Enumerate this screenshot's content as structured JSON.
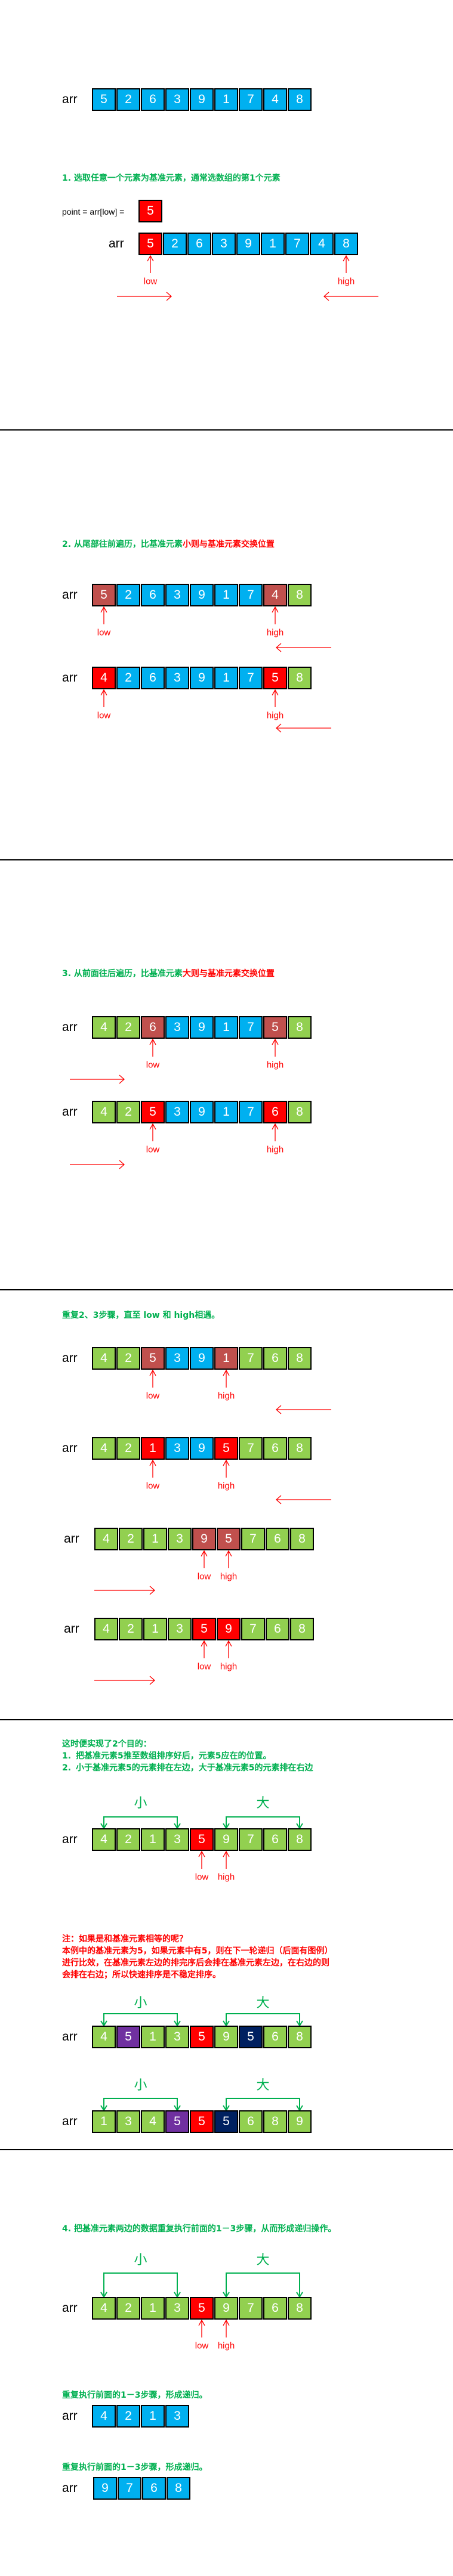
{
  "palette": {
    "blue": "#00B0F0",
    "green": "#92D050",
    "marked": "#C0504D",
    "red": "#FF0000",
    "purple": "#7030A0",
    "navy": "#002060",
    "text_green": "#00B050",
    "text_red": "#FF0000"
  },
  "arr_label": "arr",
  "intro": {
    "row": {
      "values": [
        "5",
        "2",
        "6",
        "3",
        "9",
        "1",
        "7",
        "4",
        "8"
      ],
      "colors": [
        "blue",
        "blue",
        "blue",
        "blue",
        "blue",
        "blue",
        "blue",
        "blue",
        "blue"
      ],
      "pointers": [],
      "scan": []
    }
  },
  "step1": {
    "title": [
      {
        "text": "1. 选取任意一个元素为基准元素，通常选数组的第1个元素",
        "color": "text_green"
      }
    ],
    "point_label": "point = arr[low] =",
    "point_value": "5",
    "point_color": "red",
    "row": {
      "values": [
        "5",
        "2",
        "6",
        "3",
        "9",
        "1",
        "7",
        "4",
        "8"
      ],
      "colors": [
        "red",
        "blue",
        "blue",
        "blue",
        "blue",
        "blue",
        "blue",
        "blue",
        "blue"
      ],
      "pointers": [
        {
          "label": "low",
          "index": 0
        },
        {
          "label": "high",
          "index": 8
        }
      ],
      "scan": [
        "right",
        "left"
      ]
    }
  },
  "step2": {
    "title": [
      {
        "text": "2. 从尾部往前遍历，比基准元素",
        "color": "text_green"
      },
      {
        "text": "小则与基准元素交换位置",
        "color": "text_red"
      }
    ],
    "rows": [
      {
        "values": [
          "5",
          "2",
          "6",
          "3",
          "9",
          "1",
          "7",
          "4",
          "8"
        ],
        "colors": [
          "marked",
          "blue",
          "blue",
          "blue",
          "blue",
          "blue",
          "blue",
          "marked",
          "green"
        ],
        "pointers": [
          {
            "label": "low",
            "index": 0
          },
          {
            "label": "high",
            "index": 7
          }
        ],
        "scan": [
          "left"
        ]
      },
      {
        "values": [
          "4",
          "2",
          "6",
          "3",
          "9",
          "1",
          "7",
          "5",
          "8"
        ],
        "colors": [
          "red",
          "blue",
          "blue",
          "blue",
          "blue",
          "blue",
          "blue",
          "red",
          "green"
        ],
        "pointers": [
          {
            "label": "low",
            "index": 0
          },
          {
            "label": "high",
            "index": 7
          }
        ],
        "scan": [
          "left"
        ]
      }
    ]
  },
  "step3": {
    "title": [
      {
        "text": "3. 从前面往后遍历，比基准元素",
        "color": "text_green"
      },
      {
        "text": "大则与基准元素交换位置",
        "color": "text_red"
      }
    ],
    "rows": [
      {
        "values": [
          "4",
          "2",
          "6",
          "3",
          "9",
          "1",
          "7",
          "5",
          "8"
        ],
        "colors": [
          "green",
          "green",
          "marked",
          "blue",
          "blue",
          "blue",
          "blue",
          "marked",
          "green"
        ],
        "pointers": [
          {
            "label": "low",
            "index": 2
          },
          {
            "label": "high",
            "index": 7
          }
        ],
        "scan": [
          "right"
        ]
      },
      {
        "values": [
          "4",
          "2",
          "5",
          "3",
          "9",
          "1",
          "7",
          "6",
          "8"
        ],
        "colors": [
          "green",
          "green",
          "red",
          "blue",
          "blue",
          "blue",
          "blue",
          "red",
          "green"
        ],
        "pointers": [
          {
            "label": "low",
            "index": 2
          },
          {
            "label": "high",
            "index": 7
          }
        ],
        "scan": [
          "right"
        ]
      }
    ]
  },
  "step4": {
    "title": [
      {
        "text": "重复2、3步骤，直至 low 和 high相遇。",
        "color": "text_green"
      }
    ],
    "rows": [
      {
        "values": [
          "4",
          "2",
          "5",
          "3",
          "9",
          "1",
          "7",
          "6",
          "8"
        ],
        "colors": [
          "green",
          "green",
          "marked",
          "blue",
          "blue",
          "marked",
          "green",
          "green",
          "green"
        ],
        "pointers": [
          {
            "label": "low",
            "index": 2
          },
          {
            "label": "high",
            "index": 5
          }
        ],
        "scan": [
          "left"
        ]
      },
      {
        "values": [
          "4",
          "2",
          "1",
          "3",
          "9",
          "5",
          "7",
          "6",
          "8"
        ],
        "colors": [
          "green",
          "green",
          "red",
          "blue",
          "blue",
          "red",
          "green",
          "green",
          "green"
        ],
        "pointers": [
          {
            "label": "low",
            "index": 2
          },
          {
            "label": "high",
            "index": 5
          }
        ],
        "scan": [
          "left"
        ]
      },
      {
        "values": [
          "4",
          "2",
          "1",
          "3",
          "9",
          "5",
          "7",
          "6",
          "8"
        ],
        "colors": [
          "green",
          "green",
          "green",
          "green",
          "marked",
          "marked",
          "green",
          "green",
          "green"
        ],
        "pointers": [
          {
            "label": "low",
            "index": 4
          },
          {
            "label": "high",
            "index": 5
          }
        ],
        "scan": [
          "right"
        ]
      },
      {
        "values": [
          "4",
          "2",
          "1",
          "3",
          "5",
          "9",
          "7",
          "6",
          "8"
        ],
        "colors": [
          "green",
          "green",
          "green",
          "green",
          "red",
          "red",
          "green",
          "green",
          "green"
        ],
        "pointers": [
          {
            "label": "low",
            "index": 4
          },
          {
            "label": "high",
            "index": 5
          }
        ],
        "scan": [
          "right"
        ]
      }
    ]
  },
  "result": {
    "intro": "这时便实现了2个目的：",
    "items": [
      {
        "num": "1.",
        "text": "把基准元素5推至数组排序好后，元素5应在的位置。"
      },
      {
        "num": "2.",
        "text": "小于基准元素5的元素排在左边，大于基准元素5的元素排在右边"
      }
    ],
    "small_label": "小",
    "large_label": "大",
    "small_range": [
      0,
      3
    ],
    "large_range": [
      5,
      8
    ],
    "row": {
      "values": [
        "4",
        "2",
        "1",
        "3",
        "5",
        "9",
        "7",
        "6",
        "8"
      ],
      "colors": [
        "green",
        "green",
        "green",
        "green",
        "red",
        "green",
        "green",
        "green",
        "green"
      ],
      "pointers": [
        {
          "label": "low",
          "index": 4
        },
        {
          "label": "high",
          "index": 5
        }
      ],
      "scan": []
    }
  },
  "note": {
    "lines": [
      "注：如果是和基准元素相等的呢？",
      "本例中的基准元素为5，如果元素中有5，则在下一轮递归（后面有图例）进行比效，在基准元素左边的排完序后会排在基准元素左边，在右边的则会排在右边；所以快速排序是不稳定排序。"
    ],
    "small_label": "小",
    "large_label": "大",
    "small_range": [
      0,
      3
    ],
    "large_range": [
      5,
      8
    ],
    "rows": [
      {
        "values": [
          "4",
          "5",
          "1",
          "3",
          "5",
          "9",
          "5",
          "6",
          "8"
        ],
        "colors": [
          "green",
          "purple",
          "green",
          "green",
          "red",
          "green",
          "navy",
          "green",
          "green"
        ],
        "pointers": [],
        "scan": []
      },
      {
        "values": [
          "1",
          "3",
          "4",
          "5",
          "5",
          "5",
          "6",
          "8",
          "9"
        ],
        "colors": [
          "green",
          "green",
          "green",
          "purple",
          "red",
          "navy",
          "green",
          "green",
          "green"
        ],
        "pointers": [],
        "scan": []
      }
    ]
  },
  "step5": {
    "title": "4. 把基准元素两边的数据重复执行前面的1－3步骤，从而形成递归操作。",
    "small_label": "小",
    "large_label": "大",
    "small_range": [
      0,
      3
    ],
    "large_range": [
      5,
      8
    ],
    "row": {
      "values": [
        "4",
        "2",
        "1",
        "3",
        "5",
        "9",
        "7",
        "6",
        "8"
      ],
      "colors": [
        "green",
        "green",
        "green",
        "green",
        "red",
        "green",
        "green",
        "green",
        "green"
      ],
      "pointers": [
        {
          "label": "low",
          "index": 4
        },
        {
          "label": "high",
          "index": 5
        }
      ],
      "scan": []
    }
  },
  "recursion": {
    "left_caption": "重复执行前面的1－3步骤，形成递归。",
    "right_caption": "重复执行前面的1－3步骤，形成递归。",
    "rows": [
      {
        "values": [
          "4",
          "2",
          "1",
          "3"
        ],
        "colors": [
          "blue",
          "blue",
          "blue",
          "blue"
        ],
        "pointers": [],
        "scan": []
      },
      {
        "values": [
          "9",
          "7",
          "6",
          "8"
        ],
        "colors": [
          "blue",
          "blue",
          "blue",
          "blue"
        ],
        "pointers": [],
        "scan": []
      }
    ]
  }
}
